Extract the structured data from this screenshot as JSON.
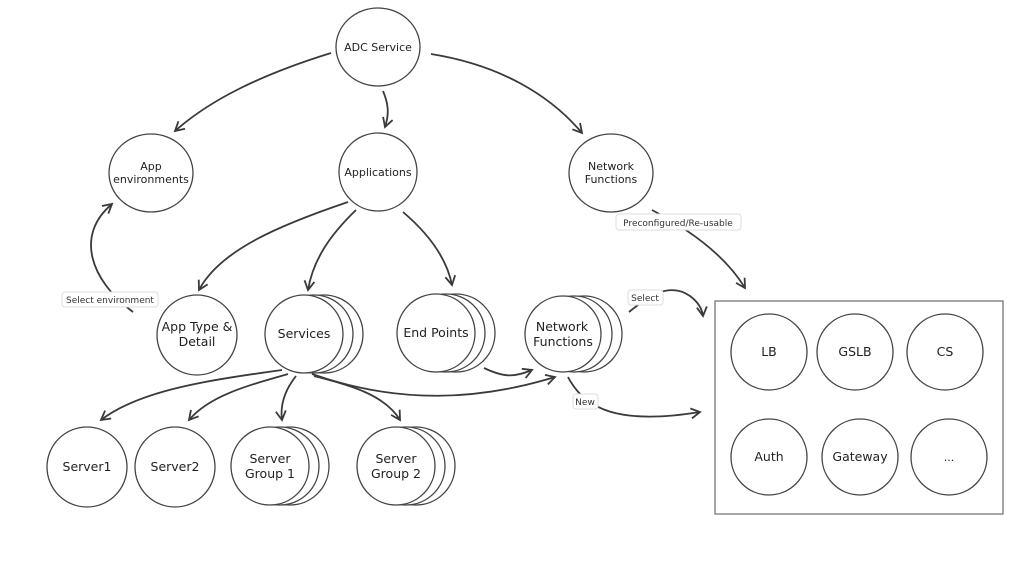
{
  "nodes": {
    "adc_service": "ADC Service",
    "app_environments": [
      "App",
      "environments"
    ],
    "applications": "Applications",
    "network_functions_top": [
      "Network",
      "Functions"
    ],
    "app_type_detail": [
      "App Type &",
      "Detail"
    ],
    "services": "Services",
    "end_points": "End Points",
    "network_functions_mid": [
      "Network",
      "Functions"
    ],
    "server1": "Server1",
    "server2": "Server2",
    "server_group_1": [
      "Server",
      "Group 1"
    ],
    "server_group_2": [
      "Server",
      "Group 2"
    ]
  },
  "edge_labels": {
    "select_environment": "Select environment",
    "preconfigured": "Preconfigured/Re-usable",
    "select": "Select",
    "new": "New"
  },
  "catalog": [
    "LB",
    "GSLB",
    "CS",
    "Auth",
    "Gateway",
    "..."
  ]
}
